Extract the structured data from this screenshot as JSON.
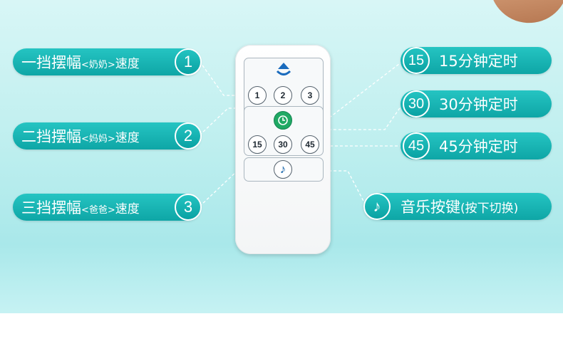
{
  "left_labels": [
    {
      "prefix": "一挡摆幅",
      "bracket": "<奶奶>",
      "suffix": "速度",
      "badge": "1"
    },
    {
      "prefix": "二挡摆幅",
      "bracket": "<妈妈>",
      "suffix": "速度",
      "badge": "2"
    },
    {
      "prefix": "三挡摆幅",
      "bracket": "<爸爸>",
      "suffix": "速度",
      "badge": "3"
    }
  ],
  "right_labels": [
    {
      "badge": "15",
      "text": "15分钟定时"
    },
    {
      "badge": "30",
      "text": "30分钟定时"
    },
    {
      "badge": "45",
      "text": "45分钟定时"
    }
  ],
  "music_label": {
    "badge": "♪",
    "text": "音乐按键",
    "note": "(按下切换)"
  },
  "remote": {
    "speed_buttons": [
      "1",
      "2",
      "3"
    ],
    "timer_buttons": [
      "15",
      "30",
      "45"
    ],
    "timer_icon": "clock-icon",
    "music_icon": "music-note-icon",
    "top_icon": "swing-icon"
  },
  "colors": {
    "accent": "#12b0b0",
    "timer_button": "#20a964",
    "music_icon": "#1262a8"
  }
}
